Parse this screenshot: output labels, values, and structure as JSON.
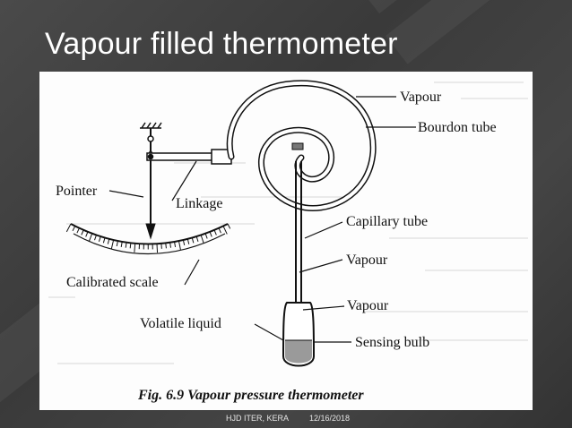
{
  "slide": {
    "title": "Vapour filled thermometer"
  },
  "diagram": {
    "labels": {
      "vapour_top": "Vapour",
      "bourdon_tube": "Bourdon tube",
      "pointer": "Pointer",
      "linkage": "Linkage",
      "capillary_tube": "Capillary tube",
      "vapour_mid": "Vapour",
      "calibrated_scale": "Calibrated scale",
      "vapour_low": "Vapour",
      "volatile_liquid": "Volatile liquid",
      "sensing_bulb": "Sensing bulb"
    },
    "caption": "Fig. 6.9 Vapour pressure thermometer"
  },
  "footer": {
    "author": "HJD ITER, KERA",
    "date": "12/16/2018"
  },
  "colors": {
    "background": "#3d3d3d",
    "title_text": "#ffffff",
    "figure_background": "#fdfdfd",
    "ink": "#111111"
  }
}
